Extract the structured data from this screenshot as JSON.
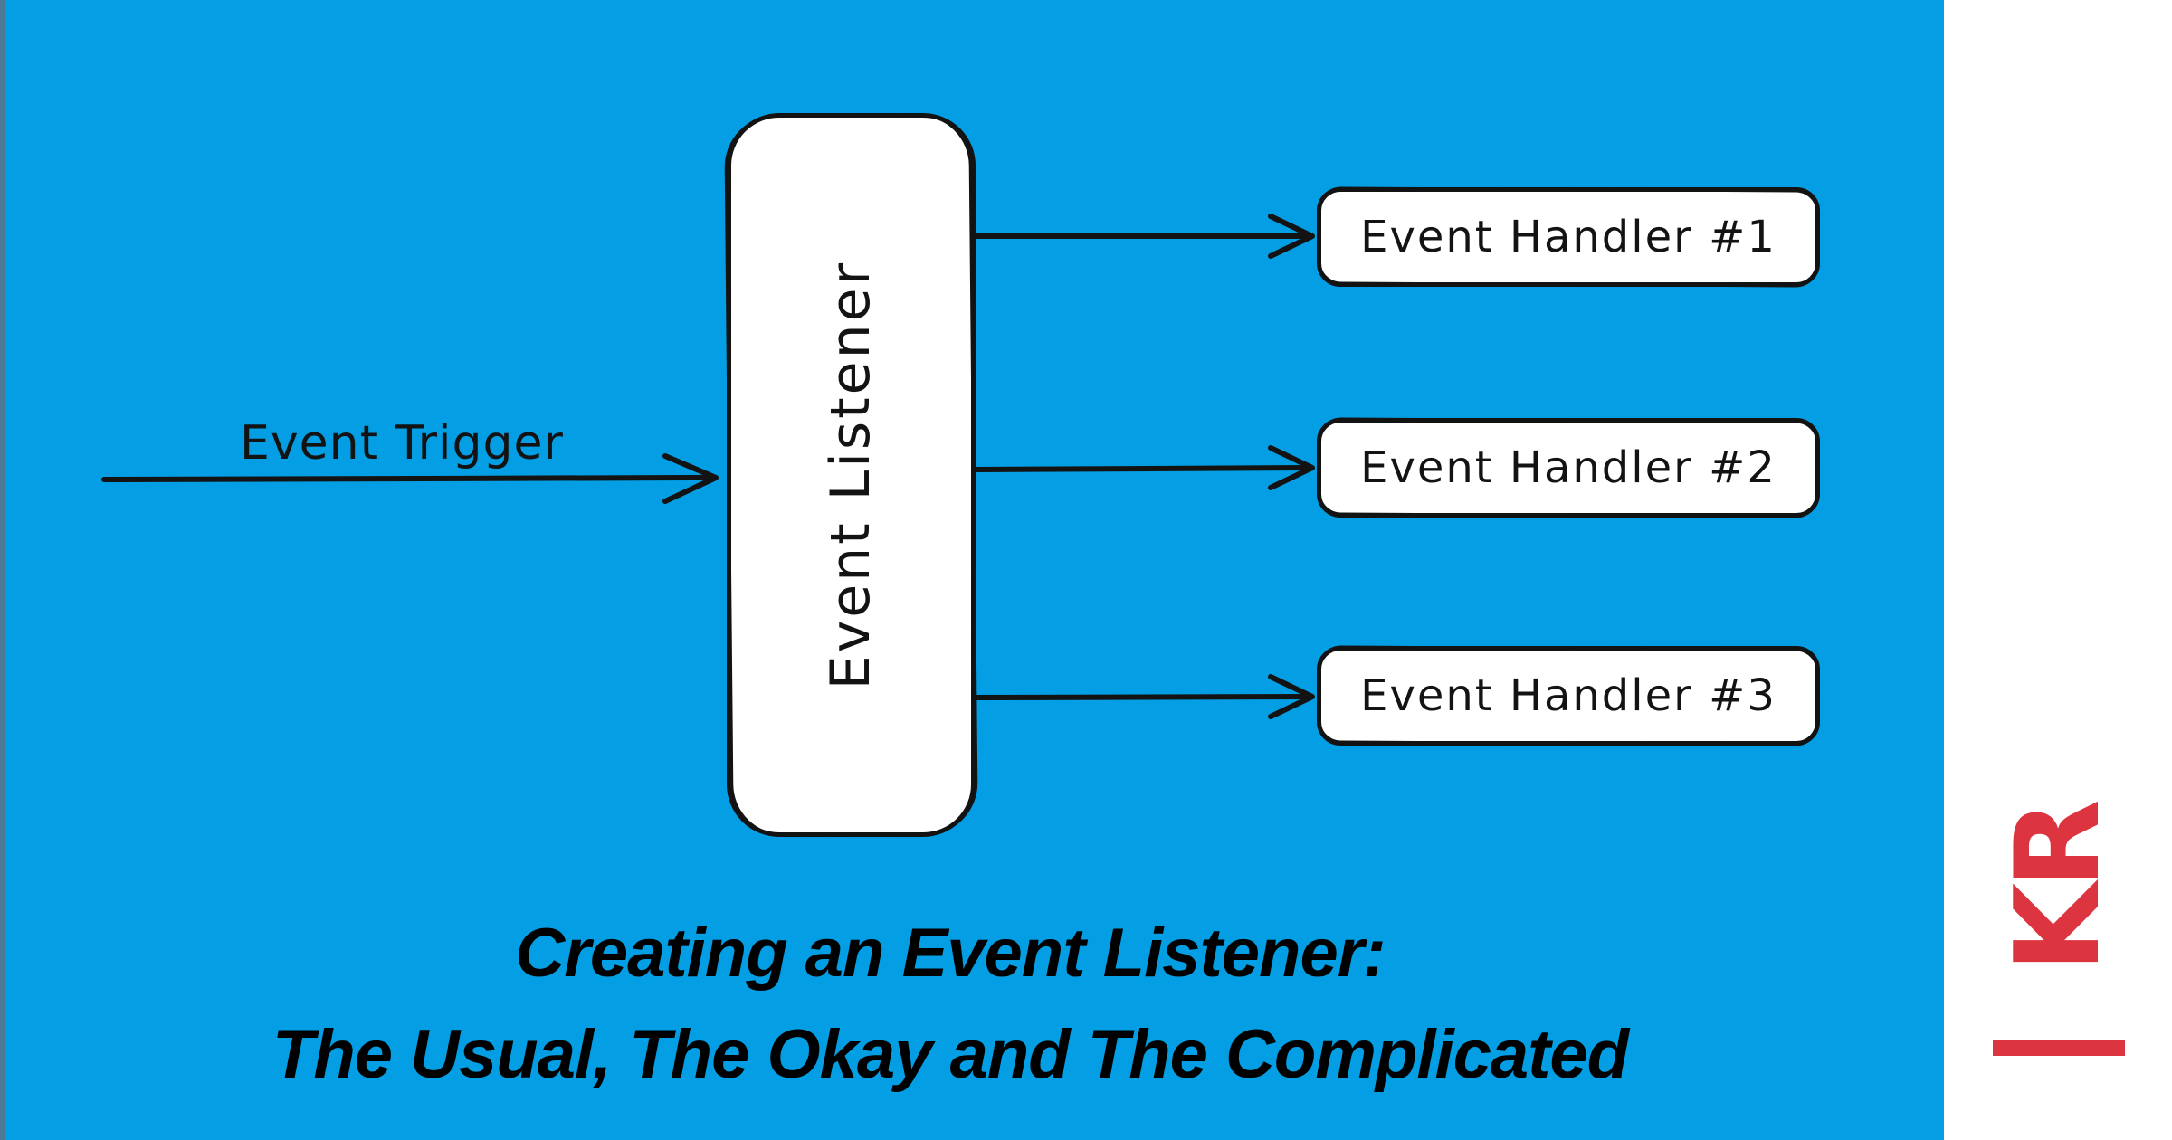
{
  "colors": {
    "background": "#039ee3",
    "left_edge": "#4d7896",
    "ink": "#131313",
    "box_fill": "#ffffff",
    "logo_red": "#dd3540",
    "strip_white": "#ffffff"
  },
  "diagram": {
    "trigger_label": "Event Trigger",
    "listener_label": "Event Listener",
    "handlers": [
      {
        "label": "Event Handler #1"
      },
      {
        "label": "Event Handler #2"
      },
      {
        "label": "Event Handler #3"
      }
    ]
  },
  "caption": {
    "line1": "Creating an Event Listener:",
    "line2": "The Usual, The Okay and The Complicated"
  },
  "logo": {
    "letters": "KR"
  }
}
